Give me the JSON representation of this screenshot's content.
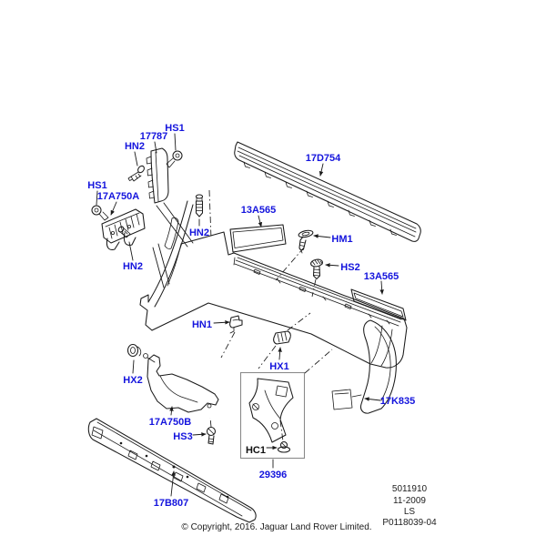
{
  "diagram": {
    "accent_blue": "#1414dd",
    "ink_text": "#111111",
    "line_ink": "#1a1a1a",
    "callouts": {
      "hs1_top": "HS1",
      "part_17787": "17787",
      "hn2_top": "HN2",
      "hs1_left": "HS1",
      "part_17a750a": "17A750A",
      "hn2_left": "HN2",
      "hn2_mid": "HN2",
      "part_13a565_left": "13A565",
      "part_17d754": "17D754",
      "hm1": "HM1",
      "hs2": "HS2",
      "part_13a565_right": "13A565",
      "hn1": "HN1",
      "hx1": "HX1",
      "hx2": "HX2",
      "part_17a750b": "17A750B",
      "hs3": "HS3",
      "hc1": "HC1",
      "part_29396": "29396",
      "part_17k835": "17K835",
      "part_17b807": "17B807"
    },
    "footer": {
      "doc_number": "5011910",
      "doc_date": "11-2009",
      "doc_model": "LS",
      "doc_ref": "P0118039-04",
      "copyright": "© Copyright, 2016. Jaguar Land Rover Limited."
    }
  }
}
